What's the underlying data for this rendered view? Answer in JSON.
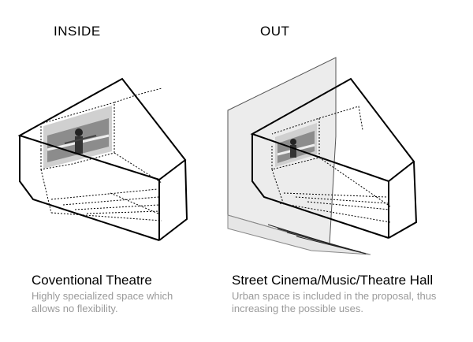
{
  "headings": {
    "inside": "INSIDE",
    "out": "OUT"
  },
  "left": {
    "title": "Coventional Theatre",
    "desc_lines": [
      "Highly specialized space which",
      "allows no flexibility."
    ]
  },
  "right": {
    "title": "Street Cinema/Music/Theatre Hall",
    "desc_lines": [
      "Urban space is included in the proposal, thus",
      "increasing the possible uses."
    ]
  },
  "colors": {
    "stroke": "#000000",
    "caption_gray": "#9a9a9a",
    "wall_fill": "#ececec",
    "screen_fill": "#d9d9d9"
  }
}
